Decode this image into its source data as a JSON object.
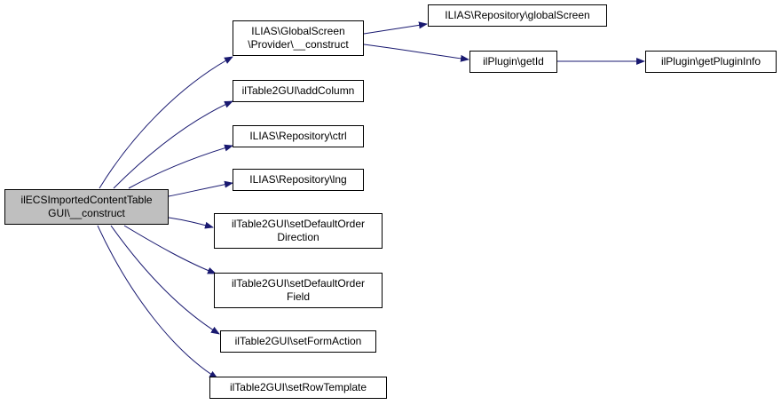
{
  "colors": {
    "edge": "#191970",
    "root_fill": "#bfbfbf",
    "node_fill": "#ffffff",
    "border": "#000000"
  },
  "nodes": {
    "root": {
      "line1": "ilECSImportedContentTable",
      "line2": "GUI\\__construct"
    },
    "gs_provider": {
      "line1": "ILIAS\\GlobalScreen",
      "line2": "\\Provider\\__construct"
    },
    "repo_globalscreen": {
      "label": "ILIAS\\Repository\\globalScreen"
    },
    "plugin_getid": {
      "label": "ilPlugin\\getId"
    },
    "plugin_getplugininfo": {
      "label": "ilPlugin\\getPluginInfo"
    },
    "add_column": {
      "label": "ilTable2GUI\\addColumn"
    },
    "repo_ctrl": {
      "label": "ILIAS\\Repository\\ctrl"
    },
    "repo_lng": {
      "label": "ILIAS\\Repository\\lng"
    },
    "set_order_dir": {
      "line1": "ilTable2GUI\\setDefaultOrder",
      "line2": "Direction"
    },
    "set_order_field": {
      "line1": "ilTable2GUI\\setDefaultOrder",
      "line2": "Field"
    },
    "set_form_action": {
      "label": "ilTable2GUI\\setFormAction"
    },
    "set_row_template": {
      "label": "ilTable2GUI\\setRowTemplate"
    }
  }
}
